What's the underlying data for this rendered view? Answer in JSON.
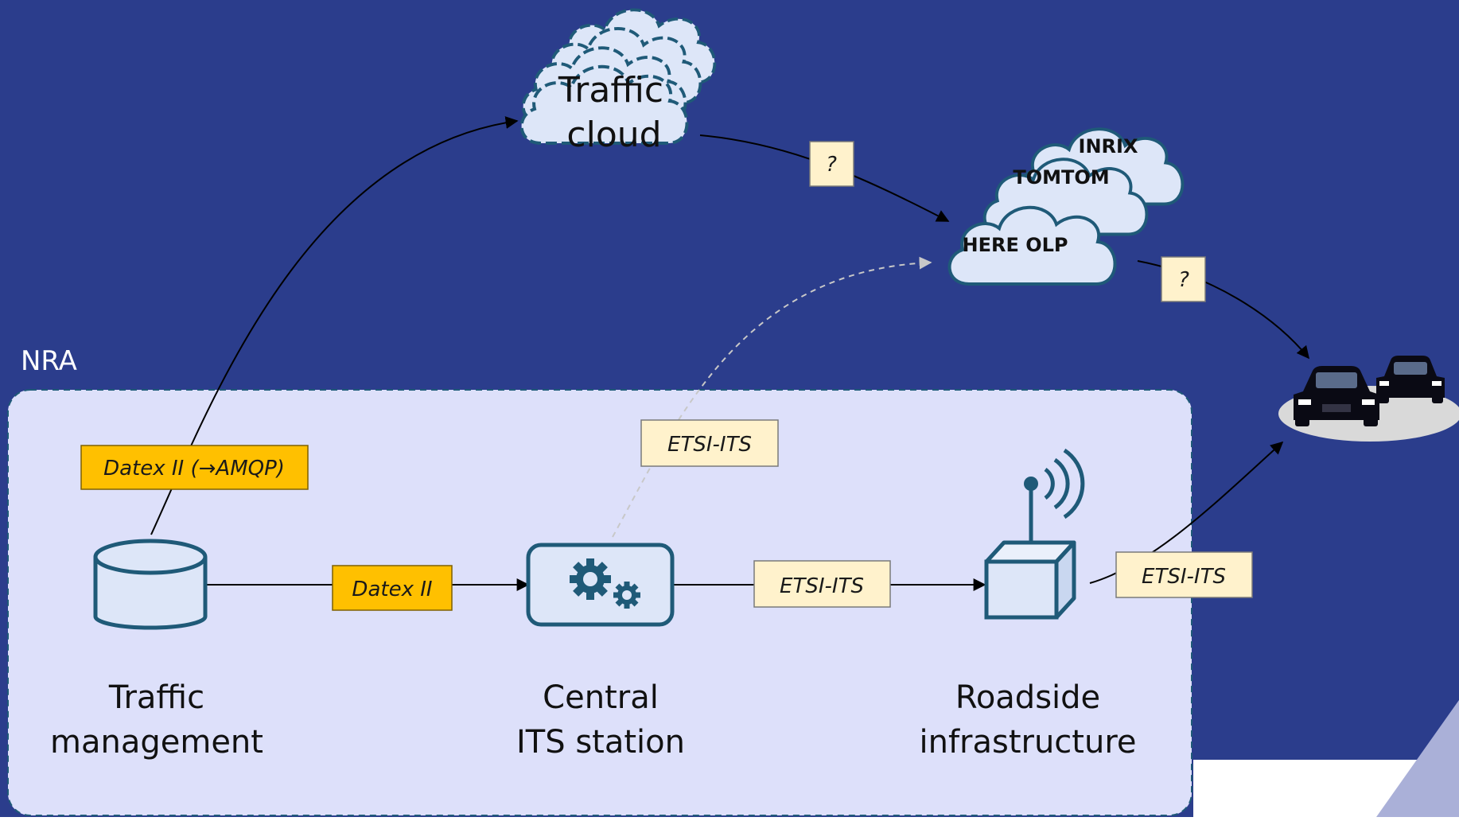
{
  "colors": {
    "background": "#2b3d8c",
    "nra_panel": "#dde0fa",
    "label_gold": "#ffc000",
    "label_cream": "#fff2cc",
    "icon_stroke": "#1f5a78",
    "icon_fill": "#dde6f8"
  },
  "nra": {
    "title": "NRA"
  },
  "nodes": {
    "traffic_management": {
      "line1": "Traffic",
      "line2": "management",
      "icon": "database-icon"
    },
    "central_its": {
      "line1": "Central",
      "line2": "ITS station",
      "icon": "gears-icon"
    },
    "roadside": {
      "line1": "Roadside",
      "line2": "infrastructure",
      "icon": "roadside-unit-antenna-icon"
    }
  },
  "clouds": {
    "traffic_cloud": {
      "line1": "Traffic",
      "line2": "cloud"
    },
    "providers": {
      "inrix": "INRIX",
      "tomtom": "TOMTOM",
      "here": "HERE OLP"
    }
  },
  "labels": {
    "datex_amqp": "Datex II (→AMQP)",
    "datex": "Datex II",
    "etsi_central_to_roadside": "ETSI-ITS",
    "etsi_central_to_cloud": "ETSI-ITS",
    "etsi_roadside_to_cars": "ETSI-ITS",
    "unknown_cloud_to_providers": "?",
    "unknown_providers_to_cars": "?"
  },
  "vehicles": {
    "icon": "cars-icon"
  }
}
